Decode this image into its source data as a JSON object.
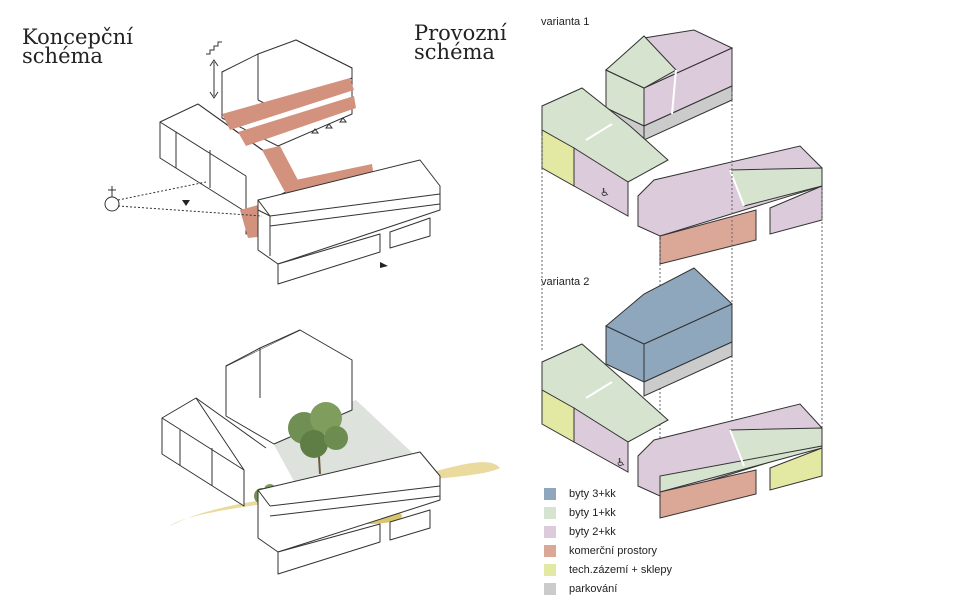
{
  "headings": {
    "concept": "Koncepční\nschéma",
    "operation": "Provozní\nschéma"
  },
  "variants": [
    "varianta 1",
    "varianta 2"
  ],
  "legend": [
    {
      "label": "byty 3+kk",
      "color": "#8ea7bd"
    },
    {
      "label": "byty 1+kk",
      "color": "#d5e3cf"
    },
    {
      "label": "byty 2+kk",
      "color": "#dccbdb"
    },
    {
      "label": "komerční prostory",
      "color": "#dba898"
    },
    {
      "label": "tech.zázemí + sklepy",
      "color": "#e3e8a3"
    },
    {
      "label": "parkování",
      "color": "#cbcbcb"
    }
  ]
}
